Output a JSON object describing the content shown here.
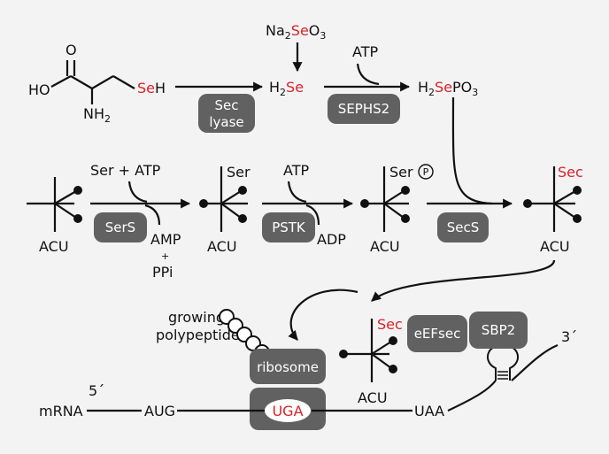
{
  "colors": {
    "background": "#f3f3f3",
    "enzyme_box": "#616161",
    "selenium_red": "#d8232a",
    "ink": "#111111"
  },
  "top": {
    "sodium_selenite": [
      "Na",
      "2",
      "Se",
      "O",
      "3"
    ],
    "selenocysteine": {
      "ho": "HO",
      "o": "O",
      "nh2": [
        "NH",
        "2"
      ],
      "seh": [
        "Se",
        "H"
      ]
    },
    "sec_lyase": [
      "Sec",
      "lyase"
    ],
    "h2se": [
      "H",
      "2",
      "Se"
    ],
    "atp": "ATP",
    "sephs2": "SEPHS2",
    "selenophosphate": [
      "H",
      "2",
      "Se",
      "PO",
      "3"
    ]
  },
  "middle": {
    "anticodon": "ACU",
    "ser_atp": "Ser + ATP",
    "sers": "SerS",
    "amp": "AMP",
    "plus": "+",
    "ppi": "PPi",
    "ser": "Ser",
    "atp": "ATP",
    "pstk": "PSTK",
    "adp": "ADP",
    "p_circle": "P",
    "secs": "SecS",
    "sec": "Sec"
  },
  "bottom": {
    "growing": "growing",
    "polypeptide": "polypeptide",
    "ribosome": "ribosome",
    "sec": "Sec",
    "eefsec": "eEFsec",
    "sbp2": "SBP2",
    "anticodon": "ACU",
    "prime3": "3´",
    "prime5": "5´",
    "mrna": "mRNA",
    "aug": "AUG",
    "uga": "UGA",
    "uaa": "UAA"
  }
}
